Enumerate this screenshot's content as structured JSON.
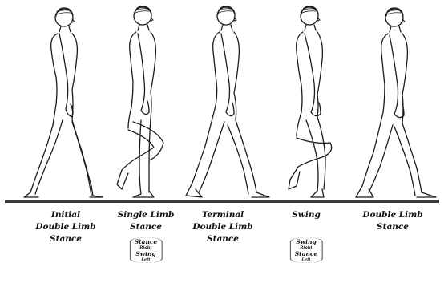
{
  "phases": [
    {
      "lines": [
        "Initial",
        "Double Limb",
        "Stance"
      ]
    },
    {
      "lines": [
        "Single Limb",
        "Stance"
      ],
      "note": [
        "Stance",
        "Right",
        "Swing",
        "Left"
      ]
    },
    {
      "lines": [
        "Terminal",
        "Double Limb",
        "Stance"
      ]
    },
    {
      "lines": [
        "Swing"
      ],
      "note": [
        "Swing",
        "Right",
        "Stance",
        "Left"
      ]
    },
    {
      "lines": [
        "Double Limb",
        "Stance"
      ]
    }
  ],
  "colors": {
    "ink": "#1a1a1a",
    "ground": "#3a3a3a",
    "background": "#ffffff"
  }
}
